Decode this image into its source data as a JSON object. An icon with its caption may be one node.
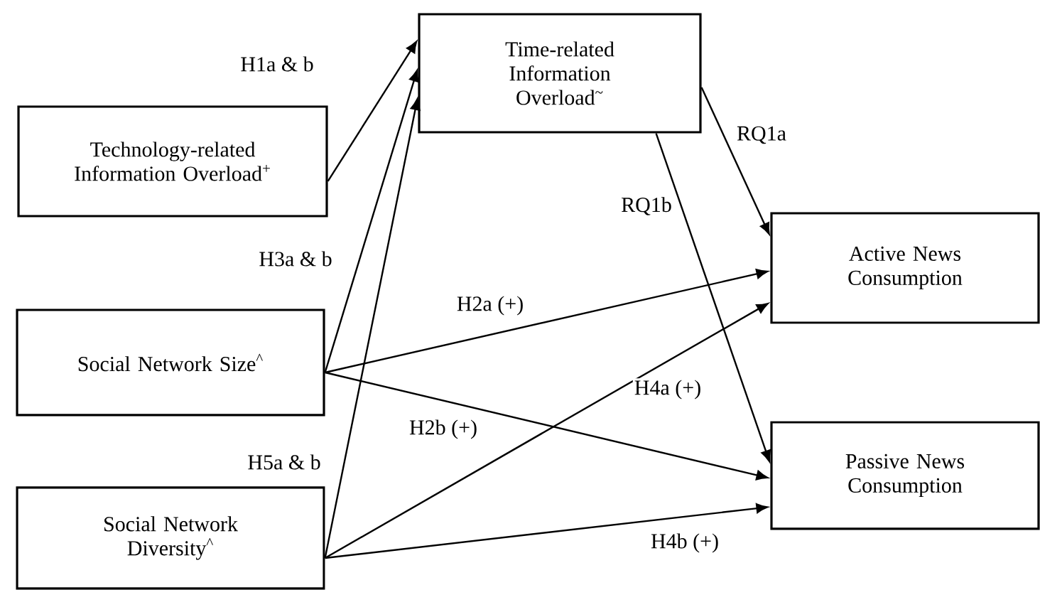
{
  "diagram": {
    "nodes": [
      {
        "text": [
          "Time-related Information Overload$^{~}$"
        ]
      },
      {
        "text": [
          "Technology-related Information Overload$^{+}$"
        ]
      },
      {
        "text": [
          "Social Network Size$^{^}$"
        ]
      },
      {
        "text": [
          "Social Network Diversity$^{^}$"
        ]
      },
      {
        "text": [
          "Active News Consumption"
        ]
      },
      {
        "text": [
          "Passive News Consumption"
        ]
      }
    ],
    "edges": [
      {
        "from": 1,
        "to": 0,
        "arrow": "to",
        "label": "H1a & b"
      },
      {
        "from": 2,
        "to": 0,
        "arrow": "to",
        "label": "H3a & b"
      },
      {
        "from": 3,
        "to": 0,
        "arrow": "to",
        "label": "H5a & b"
      },
      {
        "from": 0,
        "to": 4,
        "arrow": "to",
        "label": "RQ1a"
      },
      {
        "from": 0,
        "to": 5,
        "arrow": "to",
        "label": "RQ1b"
      },
      {
        "from": 2,
        "to": 4,
        "arrow": "to",
        "label": "H2a (+)"
      },
      {
        "from": 2,
        "to": 5,
        "arrow": "to",
        "label": "H2b (+)"
      },
      {
        "from": 3,
        "to": 4,
        "arrow": "to",
        "label": "H4a (+)"
      },
      {
        "from": 3,
        "to": 5,
        "arrow": "to",
        "label": "H4b (+)"
      }
    ]
  }
}
